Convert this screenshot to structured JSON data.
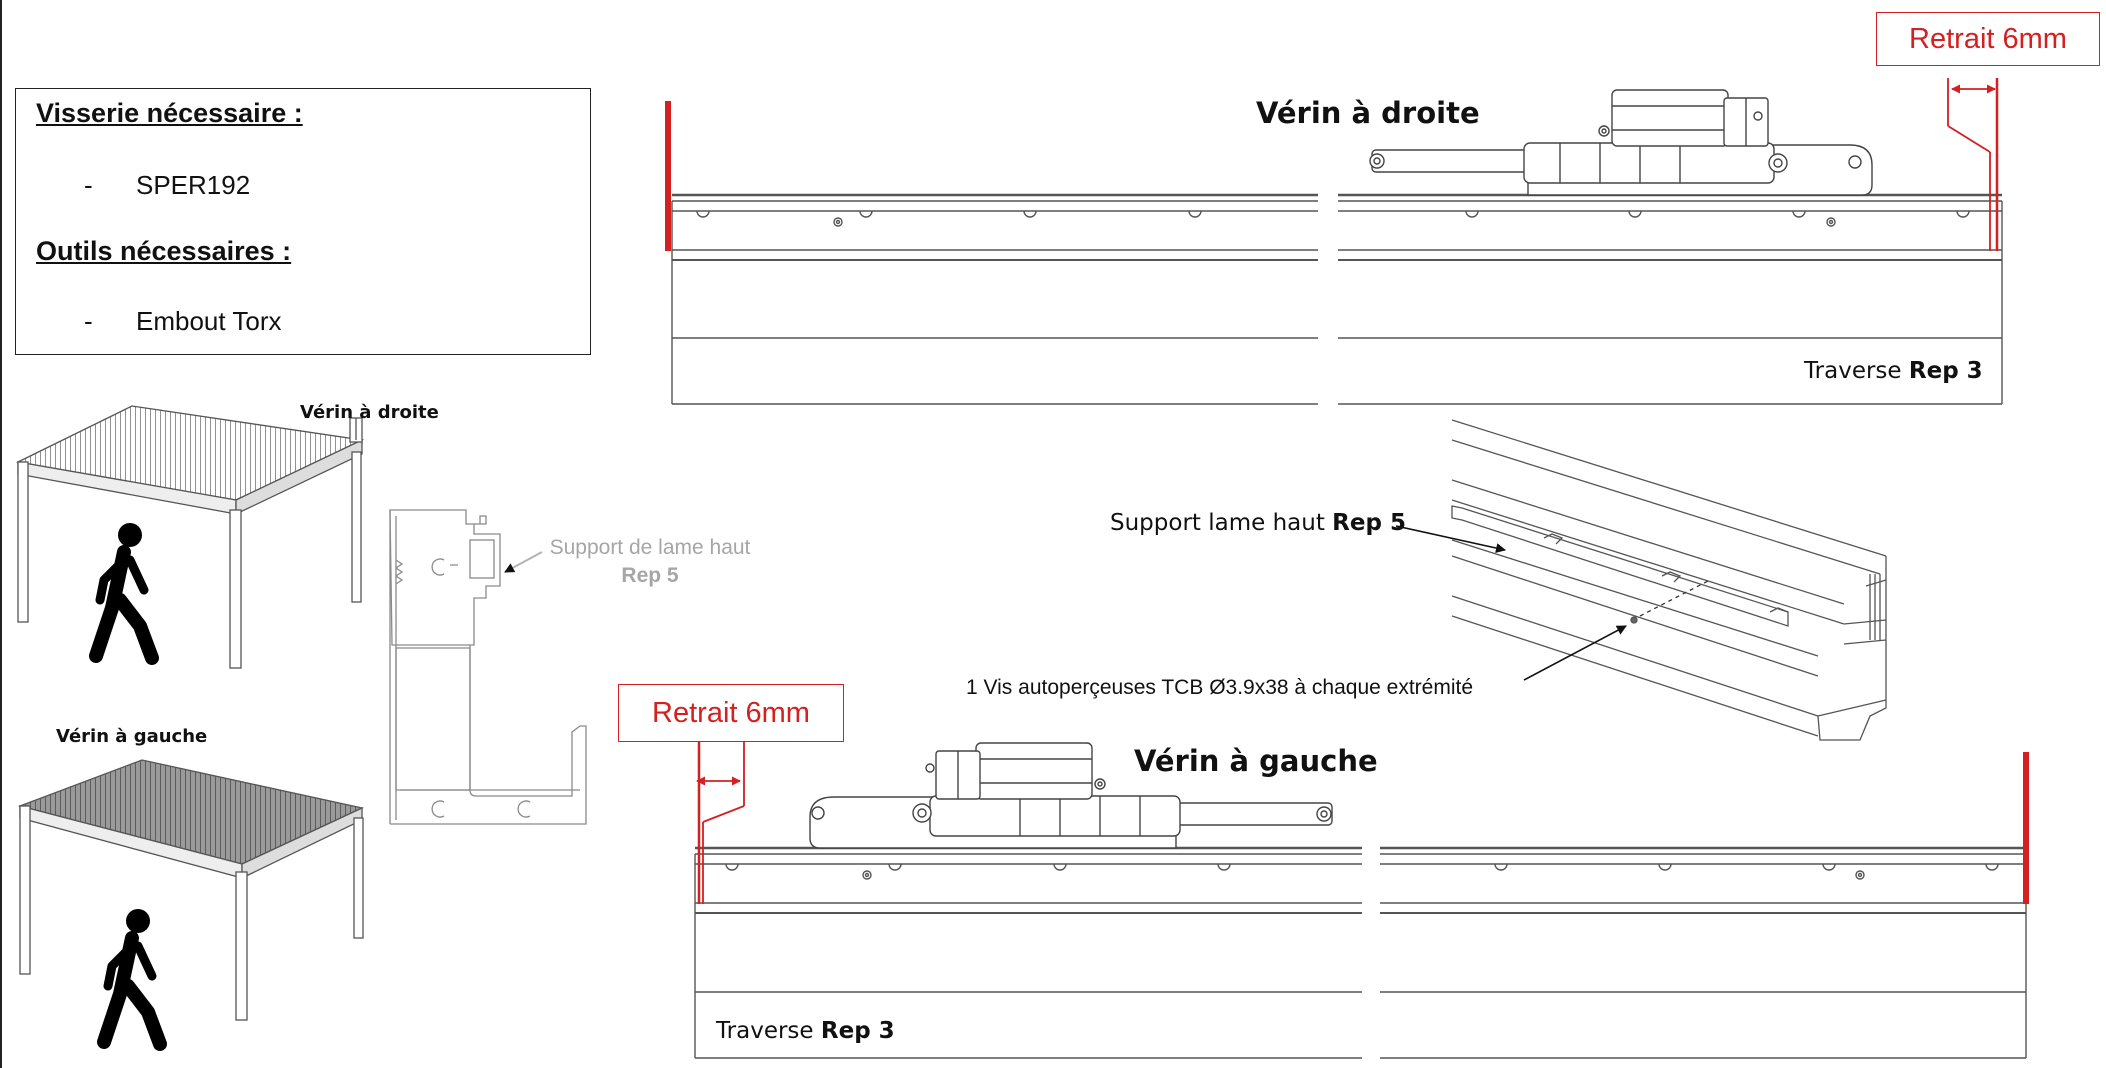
{
  "info": {
    "screws_heading": "Visserie nécessaire :",
    "screws": [
      {
        "dash": "-",
        "label": "SPER192"
      }
    ],
    "tools_heading": "Outils nécessaires :",
    "tools": [
      {
        "dash": "-",
        "label": "Embout Torx"
      }
    ]
  },
  "top_drawing": {
    "title": "Vérin à droite",
    "retrait": "Retrait 6mm",
    "traverse_prefix": "Traverse",
    "traverse_rep": "Rep 3"
  },
  "bottom_drawing": {
    "title": "Vérin à gauche",
    "retrait": "Retrait 6mm",
    "traverse_prefix": "Traverse",
    "traverse_rep": "Rep 3"
  },
  "detail": {
    "support_prefix": "Support lame haut",
    "support_rep": "Rep 5",
    "screw_note": "1 Vis autoperçeuses TCB Ø3.9x38 à chaque extrémité"
  },
  "profile_section": {
    "label_line1": "Support de lame haut",
    "label_line2": "Rep 5"
  },
  "pergolas": {
    "right_label": "Vérin à droite",
    "left_label": "Vérin à gauche"
  },
  "colors": {
    "accent_red": "#d42020",
    "line_grey": "#555555",
    "light_grey": "#a6a6a6"
  }
}
